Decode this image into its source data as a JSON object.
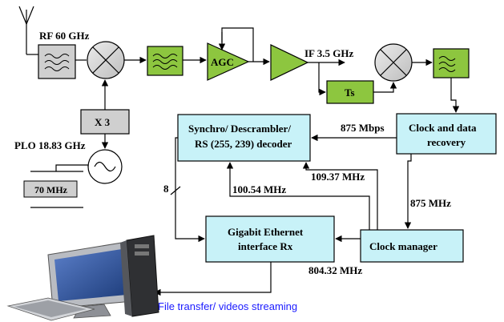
{
  "colors": {
    "green": "#8dc63f",
    "grey": "#cfcfcf",
    "cyan": "#c8f2f8",
    "link": "#1a1aff"
  },
  "labels": {
    "rf": "RF 60 GHz",
    "agc": "AGC",
    "if_freq": "IF 3.5 GHz",
    "ts": "Ts",
    "x3": "X 3",
    "plo": "PLO 18.83 GHz",
    "xtal": "70 MHz",
    "synchro_l1": "Synchro/ Descrambler/",
    "synchro_l2": "RS (255, 239) decoder",
    "rate_875mbps": "875 Mbps",
    "cdr_l1": "Clock and data",
    "cdr_l2": "recovery",
    "f_109": "109.37 MHz",
    "f_100": "100.54 MHz",
    "f_875": "875 MHz",
    "bus_width": "8",
    "gige_l1": "Gigabit Ethernet",
    "gige_l2": "interface Rx",
    "clock_manager": "Clock manager",
    "f_804": "804.32 MHz",
    "file_transfer": "File transfer/ videos streaming"
  },
  "icons": [
    "antenna-icon",
    "bandpass-filter-icon",
    "mixer-icon",
    "amplifier-icon",
    "oscillator-icon",
    "crystal-icon",
    "computer-icon"
  ]
}
